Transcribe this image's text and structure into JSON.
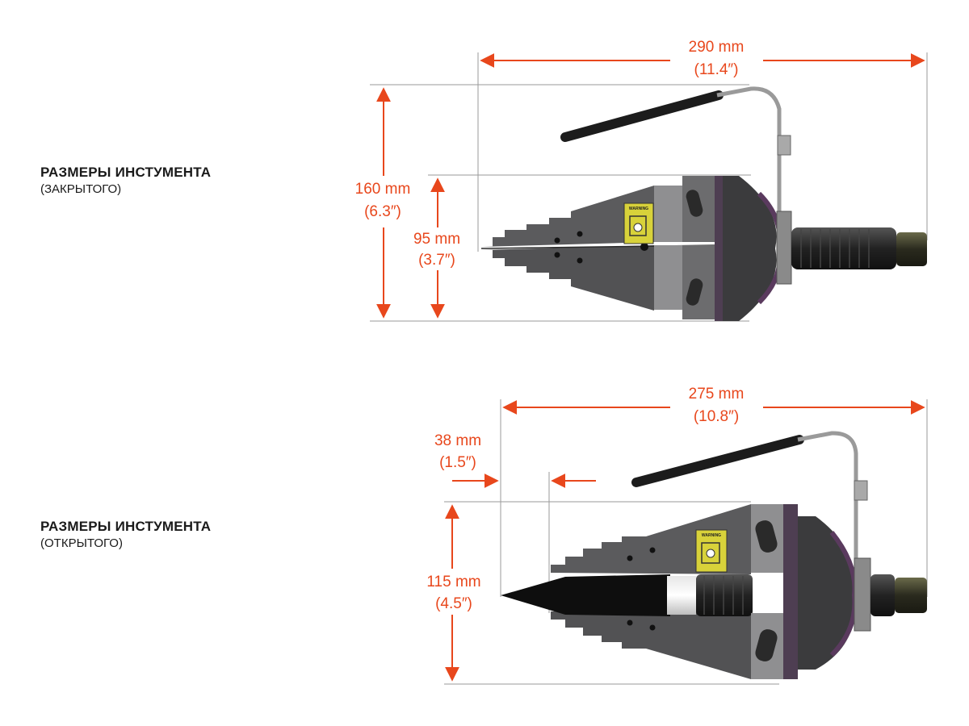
{
  "closed": {
    "title": "РАЗМЕРЫ ИНСТУМЕНТА",
    "subtitle": "(ЗАКРЫТОГО)",
    "length_mm": "290 mm",
    "length_in": "(11.4″)",
    "height_mm": "160 mm",
    "height_in": "(6.3″)",
    "jaw_mm": "95 mm",
    "jaw_in": "(3.7″)"
  },
  "open": {
    "title": "РАЗМЕРЫ ИНСТУМЕНТА",
    "subtitle": "(ОТКРЫТОГО)",
    "length_mm": "275 mm",
    "length_in": "(10.8″)",
    "stroke_mm": "38 mm",
    "stroke_in": "(1.5″)",
    "height_mm": "115 mm",
    "height_in": "(4.5″)"
  },
  "label": {
    "warning": "WARNING"
  },
  "colors": {
    "dimension": "#e8471c",
    "body": "#5a5a5c",
    "body_light": "#8e8e90",
    "handle": "#1c1c1c",
    "warning_label": "#d8d23a"
  }
}
